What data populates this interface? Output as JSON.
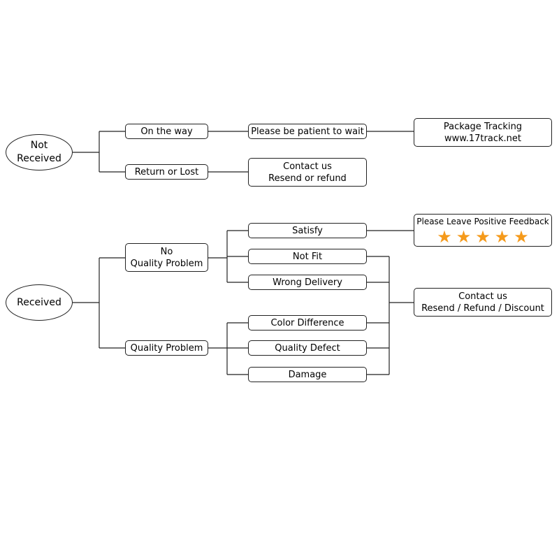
{
  "not_received": {
    "label_lines": [
      "Not",
      "Received"
    ],
    "on_the_way": "On the way",
    "patient": "Please be patient to wait",
    "tracking_lines": [
      "Package Tracking",
      "www.17track.net"
    ],
    "return_lost": "Return or Lost",
    "contact_lines": [
      "Contact us",
      "Resend or refund"
    ]
  },
  "received": {
    "label": "Received",
    "no_quality_lines": [
      "No",
      "Quality Problem"
    ],
    "quality_problem": "Quality Problem",
    "satisfy": "Satisfy",
    "not_fit": "Not Fit",
    "wrong_delivery": "Wrong Delivery",
    "color_difference": "Color Difference",
    "quality_defect": "Quality Defect",
    "damage": "Damage",
    "feedback": {
      "label": "Please Leave Positive Feedback",
      "stars": 5,
      "star_color": "#f59a1b"
    },
    "contact_lines": [
      "Contact us",
      "Resend / Refund / Discount"
    ]
  }
}
